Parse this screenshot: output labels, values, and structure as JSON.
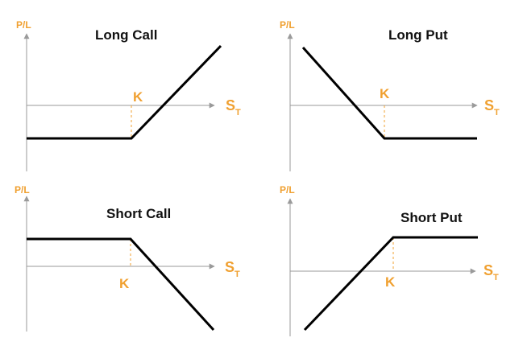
{
  "colors": {
    "accent": "#f0a030",
    "axis": "#9a9a9a",
    "payoff": "#000000"
  },
  "panels": [
    {
      "title": "Long Call",
      "y_label": "P/L",
      "x_label": "S",
      "x_label_sub": "T",
      "strike_label": "K"
    },
    {
      "title": "Long Put",
      "y_label": "P/L",
      "x_label": "S",
      "x_label_sub": "T",
      "strike_label": "K"
    },
    {
      "title": "Short Call",
      "y_label": "P/L",
      "x_label": "S",
      "x_label_sub": "T",
      "strike_label": "K"
    },
    {
      "title": "Short Put",
      "y_label": "P/L",
      "x_label": "S",
      "x_label_sub": "T",
      "strike_label": "K"
    }
  ]
}
